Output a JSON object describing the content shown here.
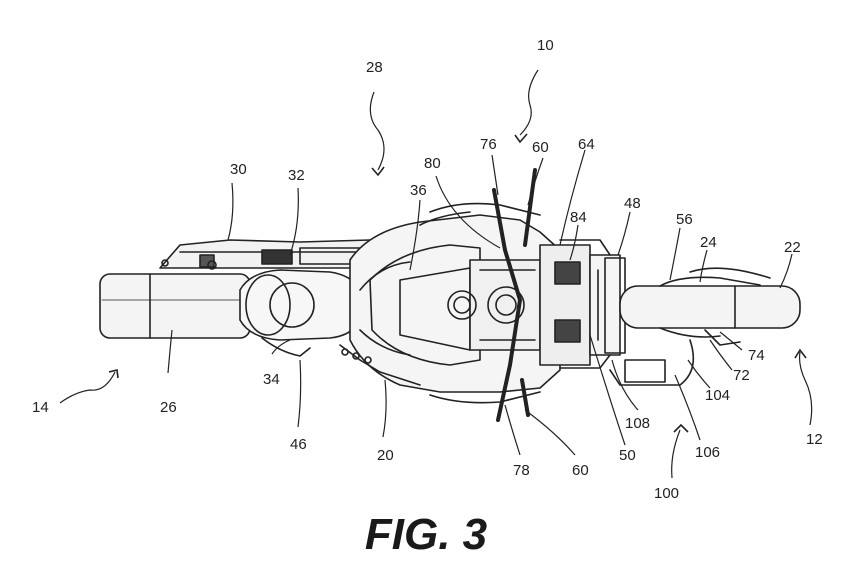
{
  "figure": {
    "caption": "FIG. 3"
  },
  "colors": {
    "ink": "#222222",
    "background": "#ffffff"
  },
  "labels": {
    "l10": "10",
    "l28": "28",
    "l30": "30",
    "l32": "32",
    "l36": "36",
    "l80": "80",
    "l76": "76",
    "l60a": "60",
    "l64": "64",
    "l84": "84",
    "l48": "48",
    "l56": "56",
    "l24": "24",
    "l22": "22",
    "l14": "14",
    "l26": "26",
    "l34": "34",
    "l46": "46",
    "l20": "20",
    "l78": "78",
    "l60b": "60",
    "l50": "50",
    "l108": "108",
    "l100": "100",
    "l106": "106",
    "l104": "104",
    "l72": "72",
    "l74": "74",
    "l12": "12"
  }
}
